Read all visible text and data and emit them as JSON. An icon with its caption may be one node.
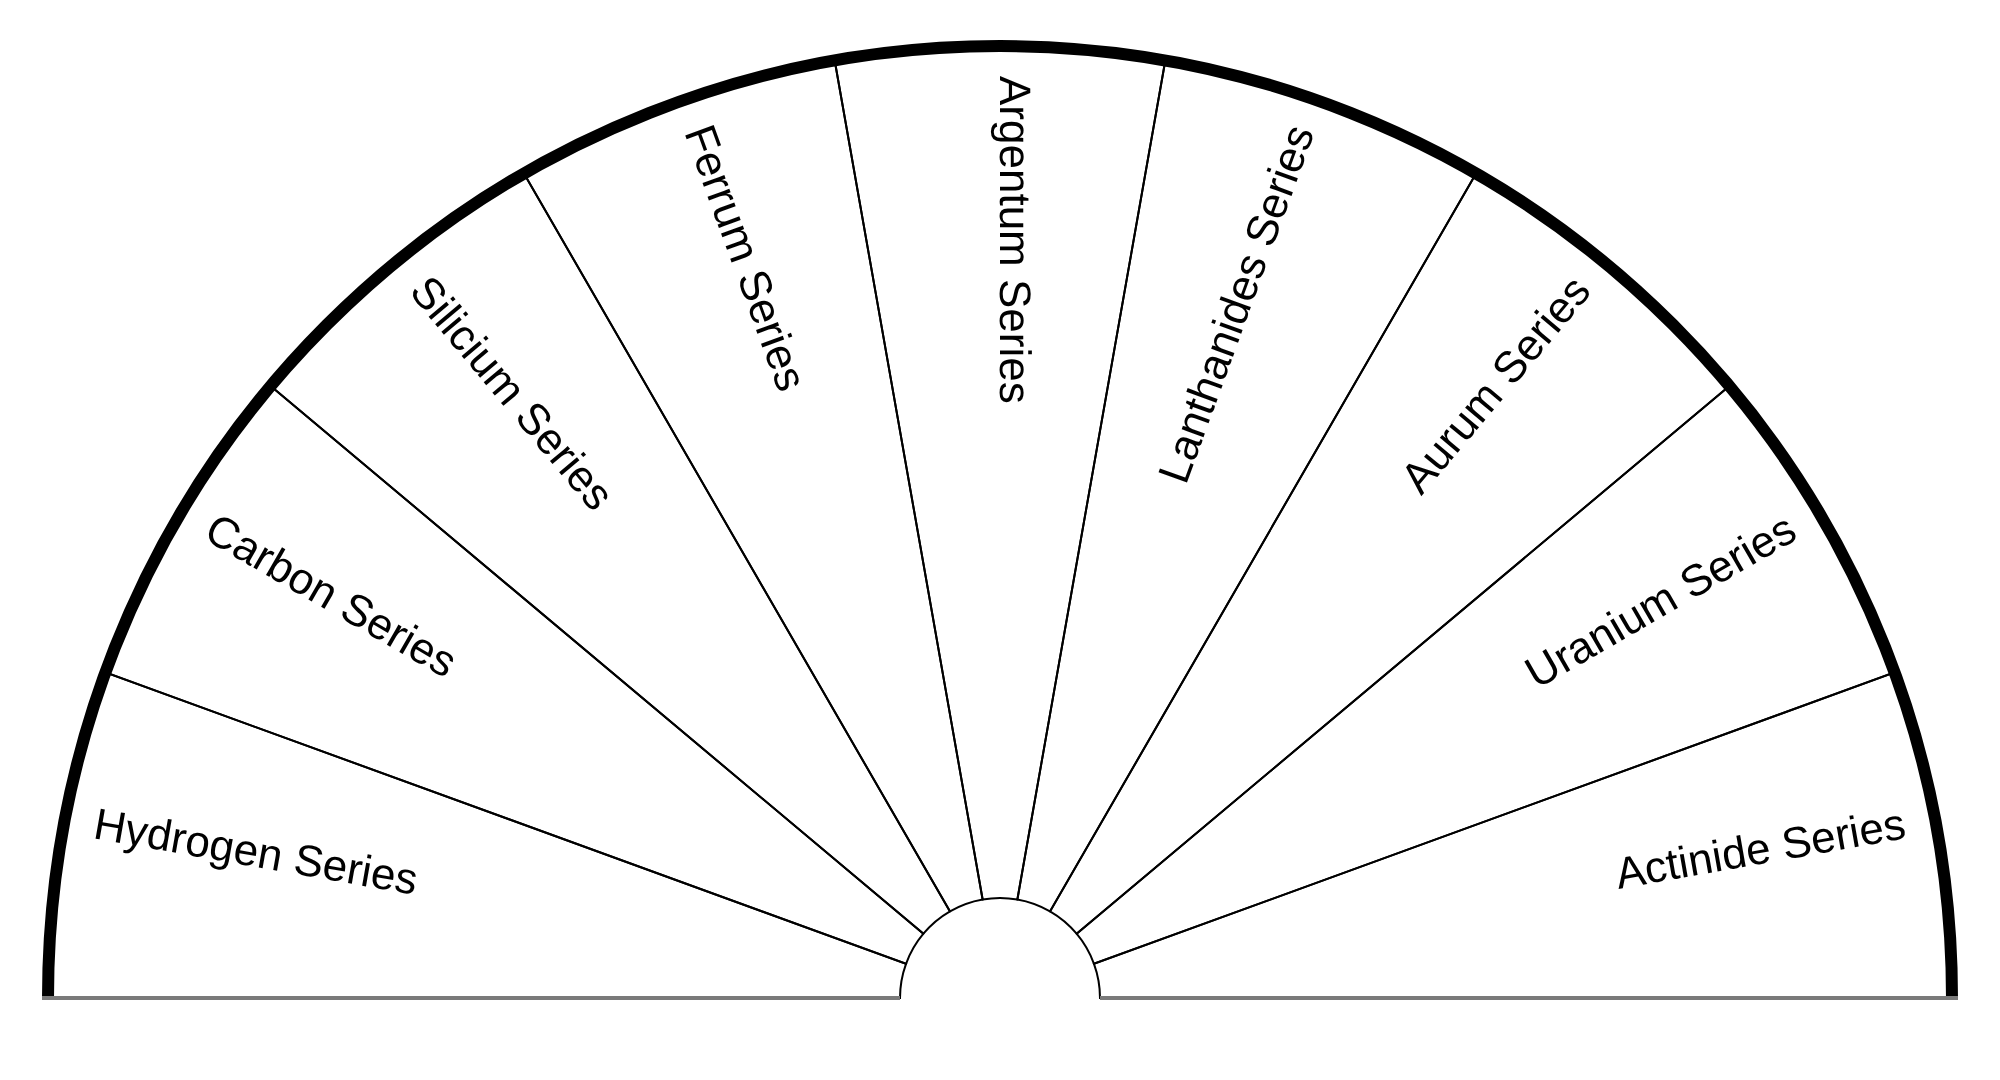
{
  "diagram": {
    "nodes": [
      {
        "text": [
          "Hydrogen Series"
        ]
      },
      {
        "text": [
          "Carbon Series"
        ]
      },
      {
        "text": [
          "Silicium Series"
        ]
      },
      {
        "text": [
          "Ferrum Series"
        ]
      },
      {
        "text": [
          "Argentum Series"
        ]
      },
      {
        "text": [
          "Lanthanides Series"
        ]
      },
      {
        "text": [
          "Aurum Series"
        ]
      },
      {
        "text": [
          "Uranium Series"
        ]
      },
      {
        "text": [
          "Actinide Series"
        ]
      }
    ]
  }
}
